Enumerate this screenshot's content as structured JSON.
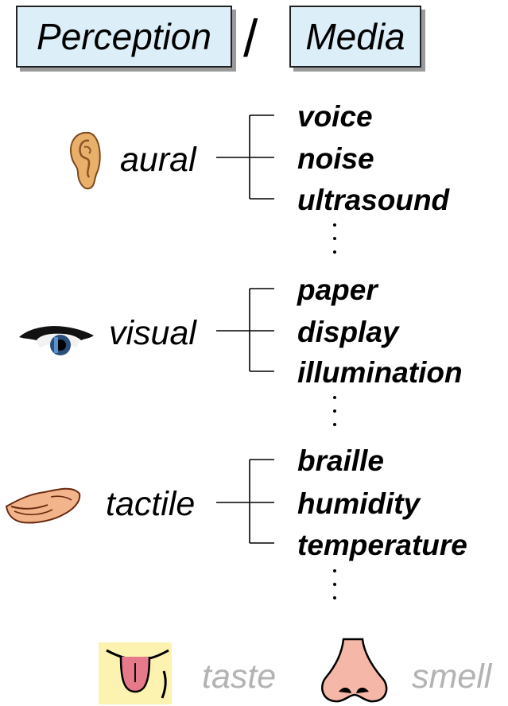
{
  "header": {
    "left": "Perception",
    "separator": "/",
    "right": "Media"
  },
  "groups": [
    {
      "sense": "aural",
      "icon": "ear-icon",
      "media": [
        "voice",
        "noise",
        "ultrasound"
      ],
      "more": "⋮"
    },
    {
      "sense": "visual",
      "icon": "eye-icon",
      "media": [
        "paper",
        "display",
        "illumination"
      ],
      "more": "⋮"
    },
    {
      "sense": "tactile",
      "icon": "hand-icon",
      "media": [
        "braille",
        "humidity",
        "temperature"
      ],
      "more": "⋮"
    }
  ],
  "other_senses": [
    {
      "label": "taste",
      "icon": "tongue-icon"
    },
    {
      "label": "smell",
      "icon": "nose-icon"
    }
  ]
}
